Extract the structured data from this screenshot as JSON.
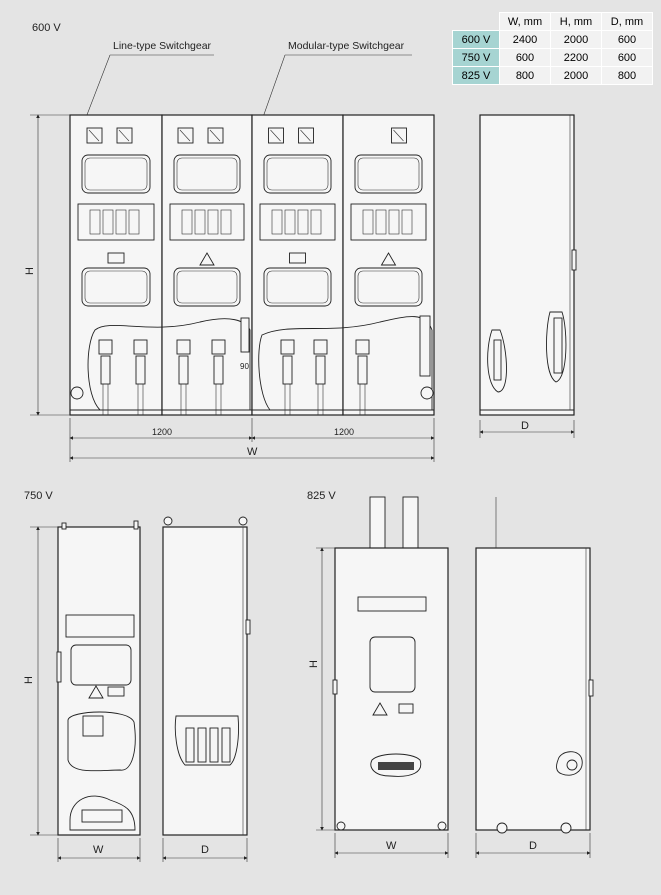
{
  "sections": {
    "v600": {
      "title": "600 V",
      "callout_line": "Line-type Switchgear",
      "callout_modular": "Modular-type Switchgear",
      "dim_h": "H",
      "dim_w1": "1200",
      "dim_w2": "1200",
      "dim_w": "W",
      "dim_d": "D",
      "dim_gap": "90"
    },
    "v750": {
      "title": "750 V",
      "dim_h": "H",
      "dim_w": "W",
      "dim_d": "D"
    },
    "v825": {
      "title": "825 V",
      "dim_h": "H",
      "dim_w": "W",
      "dim_d": "D"
    }
  },
  "spec_table": {
    "headers": [
      "W, mm",
      "H, mm",
      "D, mm"
    ],
    "rows": [
      {
        "label": "600 V",
        "w": "2400",
        "h": "2000",
        "d": "600"
      },
      {
        "label": "750 V",
        "w": "600",
        "h": "2200",
        "d": "600"
      },
      {
        "label": "825 V",
        "w": "800",
        "h": "2000",
        "d": "800"
      }
    ]
  },
  "colors": {
    "row_header": "#a6d4d2",
    "background": "#e4e4e4"
  }
}
